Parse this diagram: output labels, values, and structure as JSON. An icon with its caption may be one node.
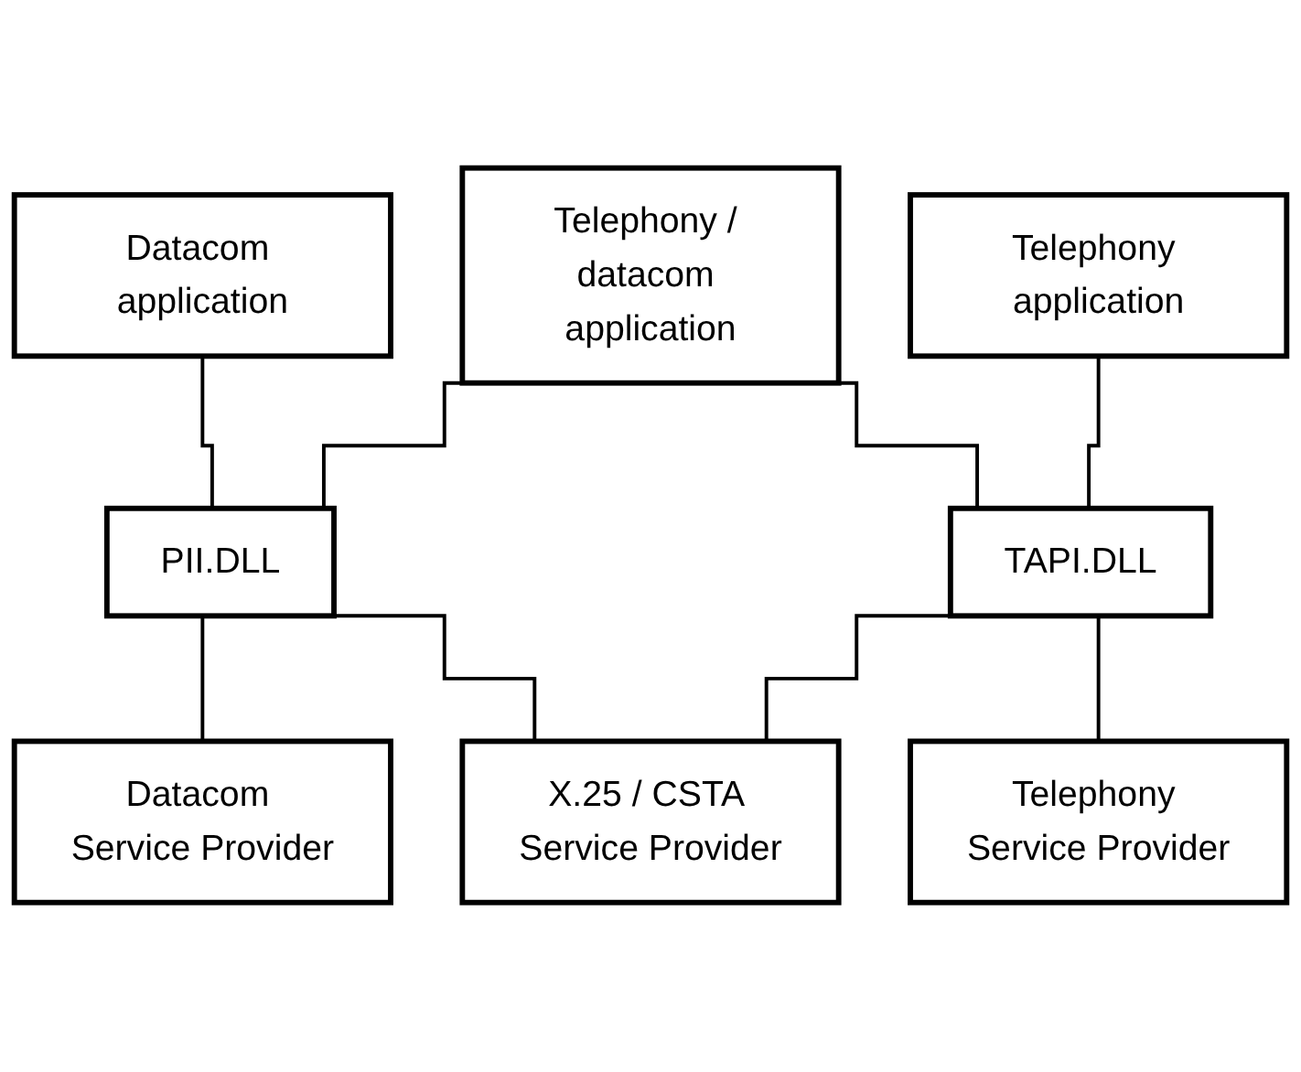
{
  "diagram": {
    "nodes": [
      {
        "text": [
          "Datacom application"
        ]
      },
      {
        "text": [
          "Telephony / datacom application"
        ]
      },
      {
        "text": [
          "Telephony application"
        ]
      },
      {
        "text": [
          "PII.DLL"
        ]
      },
      {
        "text": [
          "TAPI.DLL"
        ]
      },
      {
        "text": [
          "Datacom Service Provider"
        ]
      },
      {
        "text": [
          "X.25 / CSTA Service Provider"
        ]
      },
      {
        "text": [
          "Telephony Service Provider"
        ]
      }
    ],
    "edges": [
      {
        "from": 0,
        "to": 3,
        "arrow": "none"
      },
      {
        "from": 1,
        "to": 3,
        "arrow": "none"
      },
      {
        "from": 1,
        "to": 4,
        "arrow": "none"
      },
      {
        "from": 2,
        "to": 4,
        "arrow": "none"
      },
      {
        "from": 3,
        "to": 5,
        "arrow": "none"
      },
      {
        "from": 3,
        "to": 6,
        "arrow": "none"
      },
      {
        "from": 4,
        "to": 6,
        "arrow": "none"
      },
      {
        "from": 4,
        "to": 7,
        "arrow": "none"
      }
    ]
  }
}
